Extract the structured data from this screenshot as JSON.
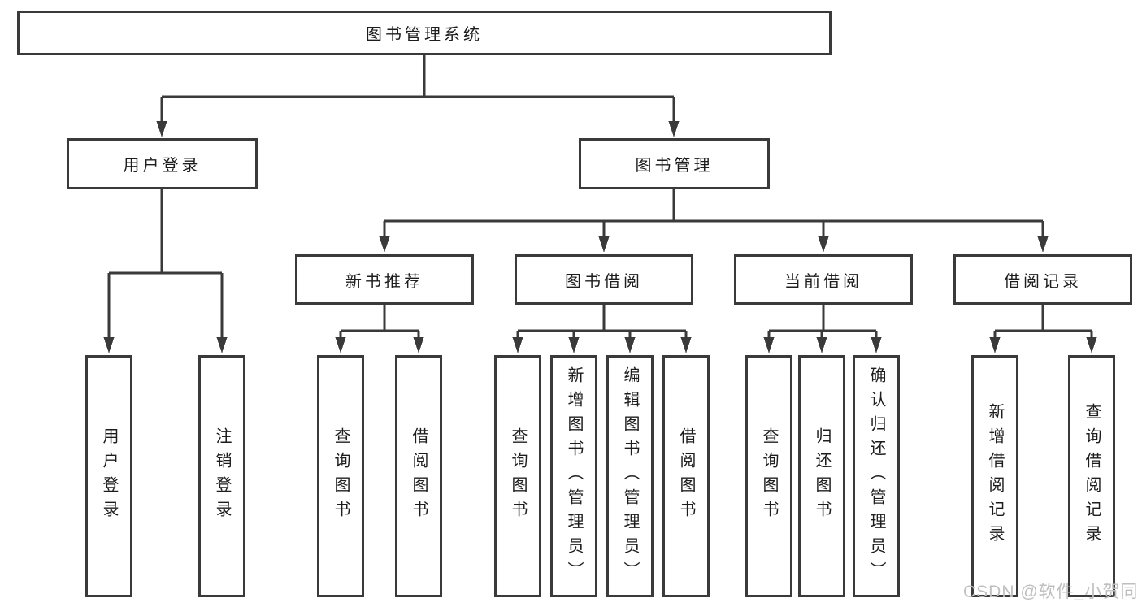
{
  "root": {
    "label": "图书管理系统"
  },
  "branches": [
    {
      "label": "用户登录",
      "children": [
        {
          "label": "用户登录"
        },
        {
          "label": "注销登录"
        }
      ]
    },
    {
      "label": "图书管理",
      "children": [
        {
          "label": "新书推荐",
          "children": [
            {
              "label": "查询图书"
            },
            {
              "label": "借阅图书"
            }
          ]
        },
        {
          "label": "图书借阅",
          "children": [
            {
              "label": "查询图书"
            },
            {
              "label": "新增图书（管理员）"
            },
            {
              "label": "编辑图书（管理员）"
            },
            {
              "label": "借阅图书"
            }
          ]
        },
        {
          "label": "当前借阅",
          "children": [
            {
              "label": "查询图书"
            },
            {
              "label": "归还图书"
            },
            {
              "label": "确认归还（管理员）"
            }
          ]
        },
        {
          "label": "借阅记录",
          "children": [
            {
              "label": "新增借阅记录"
            },
            {
              "label": "查询借阅记录"
            }
          ]
        }
      ]
    }
  ],
  "watermark": "CSDN @软件_小贺同学",
  "colors": {
    "line": "#3a3a3a",
    "text": "#1d1d1d",
    "watermark": "#bfbfbf",
    "background": "#ffffff"
  }
}
